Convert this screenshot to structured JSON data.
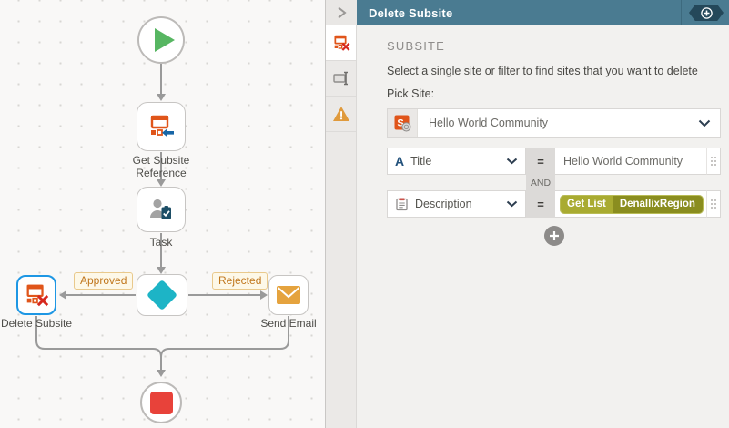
{
  "colors": {
    "header_teal": "#4a7b91",
    "selected_node_blue": "#1e97e4",
    "icon_orange": "#e0551a",
    "delete_red": "#d6281e",
    "decision_teal": "#1db4c6",
    "start_green": "#57b662",
    "end_red": "#e8423a",
    "email_amber": "#e5a33e",
    "warning_orange": "#e09a3c",
    "tag_green_light": "#a9ab31",
    "tag_green_dark": "#8a8d1f",
    "branch_label_orange": "#c0761c"
  },
  "icons": {
    "text_field_glyph": "A",
    "site_initial": "S"
  },
  "canvas": {
    "nodes": {
      "get_subsite_reference": {
        "label": "Get Subsite Reference"
      },
      "task": {
        "label": "Task"
      },
      "delete_subsite": {
        "label": "Delete Subsite"
      },
      "send_email": {
        "label": "Send Email"
      }
    },
    "branches": {
      "approved": "Approved",
      "rejected": "Rejected"
    }
  },
  "panel": {
    "title": "Delete Subsite",
    "section": "SUBSITE",
    "description": "Select a single site or filter to find sites that you want to delete",
    "pick_site_label": "Pick Site:",
    "site_picker": {
      "value": "Hello World Community"
    },
    "conjunction": "AND",
    "filters": [
      {
        "field": "Title",
        "operator": "=",
        "value": "Hello World Community"
      },
      {
        "field": "Description",
        "operator": "=",
        "value_function": "Get List",
        "value_argument": "DenallixRegion"
      }
    ]
  }
}
